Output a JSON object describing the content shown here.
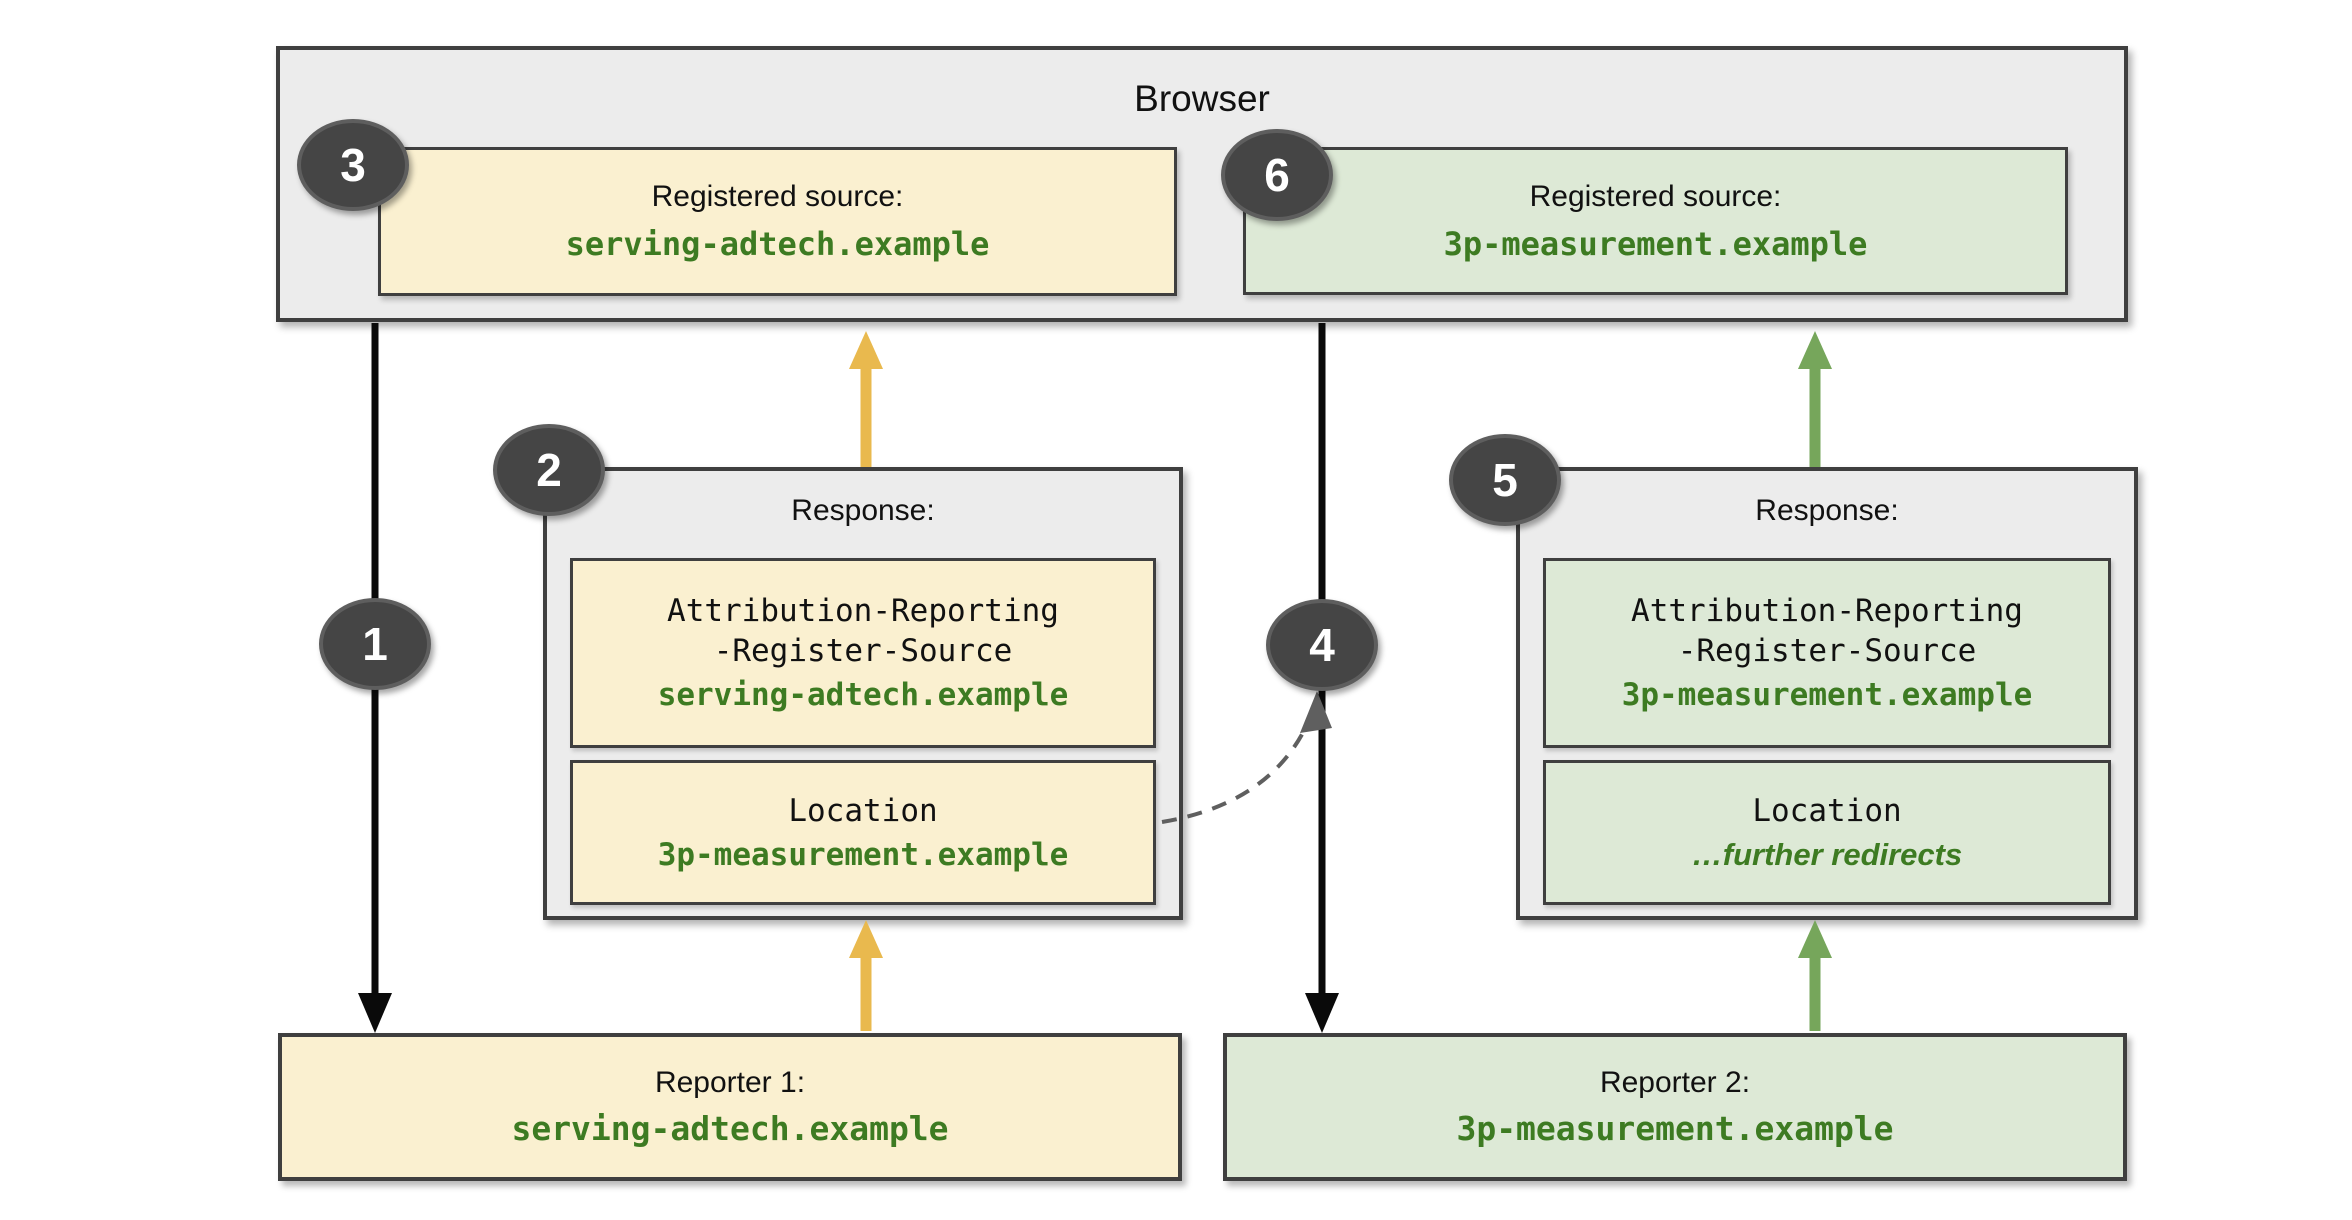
{
  "colors": {
    "canvas_bg": "#ffffff",
    "panel_fill": "#ececec",
    "panel_border": "#3f3f3f",
    "yellow_fill": "#faf0d0",
    "green_fill": "#dde9d6",
    "green_text": "#3d7b22",
    "yellow_arrow": "#e9b94e",
    "green_arrow": "#76a65b",
    "black_arrow": "#0a0a0a",
    "dashed_arrow": "#5f5f5f",
    "step_fill": "#454545",
    "step_ring": "#5e5e5e",
    "step_text": "#ffffff",
    "text_black": "#111111"
  },
  "browser": {
    "title": "Browser",
    "sources": [
      {
        "label": "Registered source:",
        "domain": "serving-adtech.example"
      },
      {
        "label": "Registered source:",
        "domain": "3p-measurement.example"
      }
    ]
  },
  "responses": [
    {
      "header": "Response:",
      "register_line1": "Attribution-Reporting",
      "register_line2": "-Register-Source",
      "register_domain": "serving-adtech.example",
      "location_label": "Location",
      "location_value": "3p-measurement.example"
    },
    {
      "header": "Response:",
      "register_line1": "Attribution-Reporting",
      "register_line2": "-Register-Source",
      "register_domain": "3p-measurement.example",
      "location_label": "Location",
      "location_value": "…further redirects"
    }
  ],
  "reporters": [
    {
      "label": "Reporter 1:",
      "domain": "serving-adtech.example"
    },
    {
      "label": "Reporter 2:",
      "domain": "3p-measurement.example"
    }
  ],
  "steps": [
    "1",
    "2",
    "3",
    "4",
    "5",
    "6"
  ]
}
